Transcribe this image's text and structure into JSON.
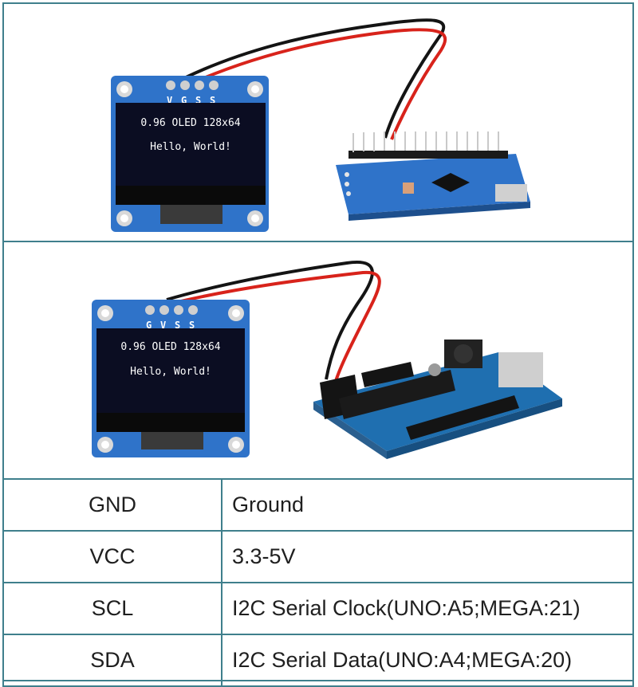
{
  "panels": [
    {
      "oled_line1": "0.96 OLED 128x64",
      "oled_line2": "Hello, World!",
      "header_pins": [
        "V",
        "G",
        "S",
        "S"
      ],
      "board": "nano"
    },
    {
      "oled_line1": "0.96 OLED 128x64",
      "oled_line2": "Hello, World!",
      "header_pins": [
        "G",
        "V",
        "S",
        "S"
      ],
      "board": "uno"
    }
  ],
  "pin_table": [
    {
      "pin": "GND",
      "desc": "Ground"
    },
    {
      "pin": "VCC",
      "desc": "3.3-5V"
    },
    {
      "pin": "SCL",
      "desc": "I2C Serial Clock(UNO:A5;MEGA:21)"
    },
    {
      "pin": "SDA",
      "desc": "I2C Serial Data(UNO:A4;MEGA:20)"
    }
  ],
  "colors": {
    "border": "#3f7f8c",
    "pcb_blue": "#2f73c9",
    "screen": "#0b0d22",
    "wire_red": "#d8231b",
    "wire_black": "#141414"
  }
}
